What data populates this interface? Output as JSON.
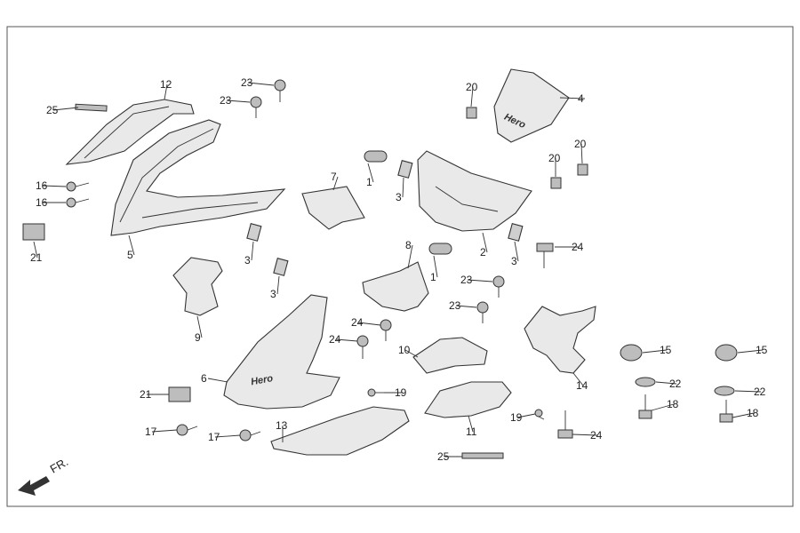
{
  "direction_label": "FR.",
  "brand_text": "Hero",
  "callouts": [
    {
      "id": "c25a",
      "text": "25"
    },
    {
      "id": "c12",
      "text": "12"
    },
    {
      "id": "c23a",
      "text": "23"
    },
    {
      "id": "c23b",
      "text": "23"
    },
    {
      "id": "c20a",
      "text": "20"
    },
    {
      "id": "c4",
      "text": "4"
    },
    {
      "id": "c20b",
      "text": "20"
    },
    {
      "id": "c20c",
      "text": "20"
    },
    {
      "id": "c16a",
      "text": "16"
    },
    {
      "id": "c16b",
      "text": "16"
    },
    {
      "id": "c7",
      "text": "7"
    },
    {
      "id": "c1a",
      "text": "1"
    },
    {
      "id": "c3a",
      "text": "3"
    },
    {
      "id": "c5",
      "text": "5"
    },
    {
      "id": "c2",
      "text": "2"
    },
    {
      "id": "c3b",
      "text": "3"
    },
    {
      "id": "c24a",
      "text": "24"
    },
    {
      "id": "c21a",
      "text": "21"
    },
    {
      "id": "c3c",
      "text": "3"
    },
    {
      "id": "c8",
      "text": "8"
    },
    {
      "id": "c1b",
      "text": "1"
    },
    {
      "id": "c3d",
      "text": "3"
    },
    {
      "id": "c23c",
      "text": "23"
    },
    {
      "id": "c23d",
      "text": "23"
    },
    {
      "id": "c9",
      "text": "9"
    },
    {
      "id": "c24b",
      "text": "24"
    },
    {
      "id": "c24c",
      "text": "24"
    },
    {
      "id": "c10",
      "text": "10"
    },
    {
      "id": "c15a",
      "text": "15"
    },
    {
      "id": "c15b",
      "text": "15"
    },
    {
      "id": "c14",
      "text": "14"
    },
    {
      "id": "c22a",
      "text": "22"
    },
    {
      "id": "c22b",
      "text": "22"
    },
    {
      "id": "c6",
      "text": "6"
    },
    {
      "id": "c21b",
      "text": "21"
    },
    {
      "id": "c19a",
      "text": "19"
    },
    {
      "id": "c18a",
      "text": "18"
    },
    {
      "id": "c18b",
      "text": "18"
    },
    {
      "id": "c17a",
      "text": "17"
    },
    {
      "id": "c17b",
      "text": "17"
    },
    {
      "id": "c13",
      "text": "13"
    },
    {
      "id": "c11",
      "text": "11"
    },
    {
      "id": "c19b",
      "text": "19"
    },
    {
      "id": "c24d",
      "text": "24"
    },
    {
      "id": "c25b",
      "text": "25"
    }
  ]
}
